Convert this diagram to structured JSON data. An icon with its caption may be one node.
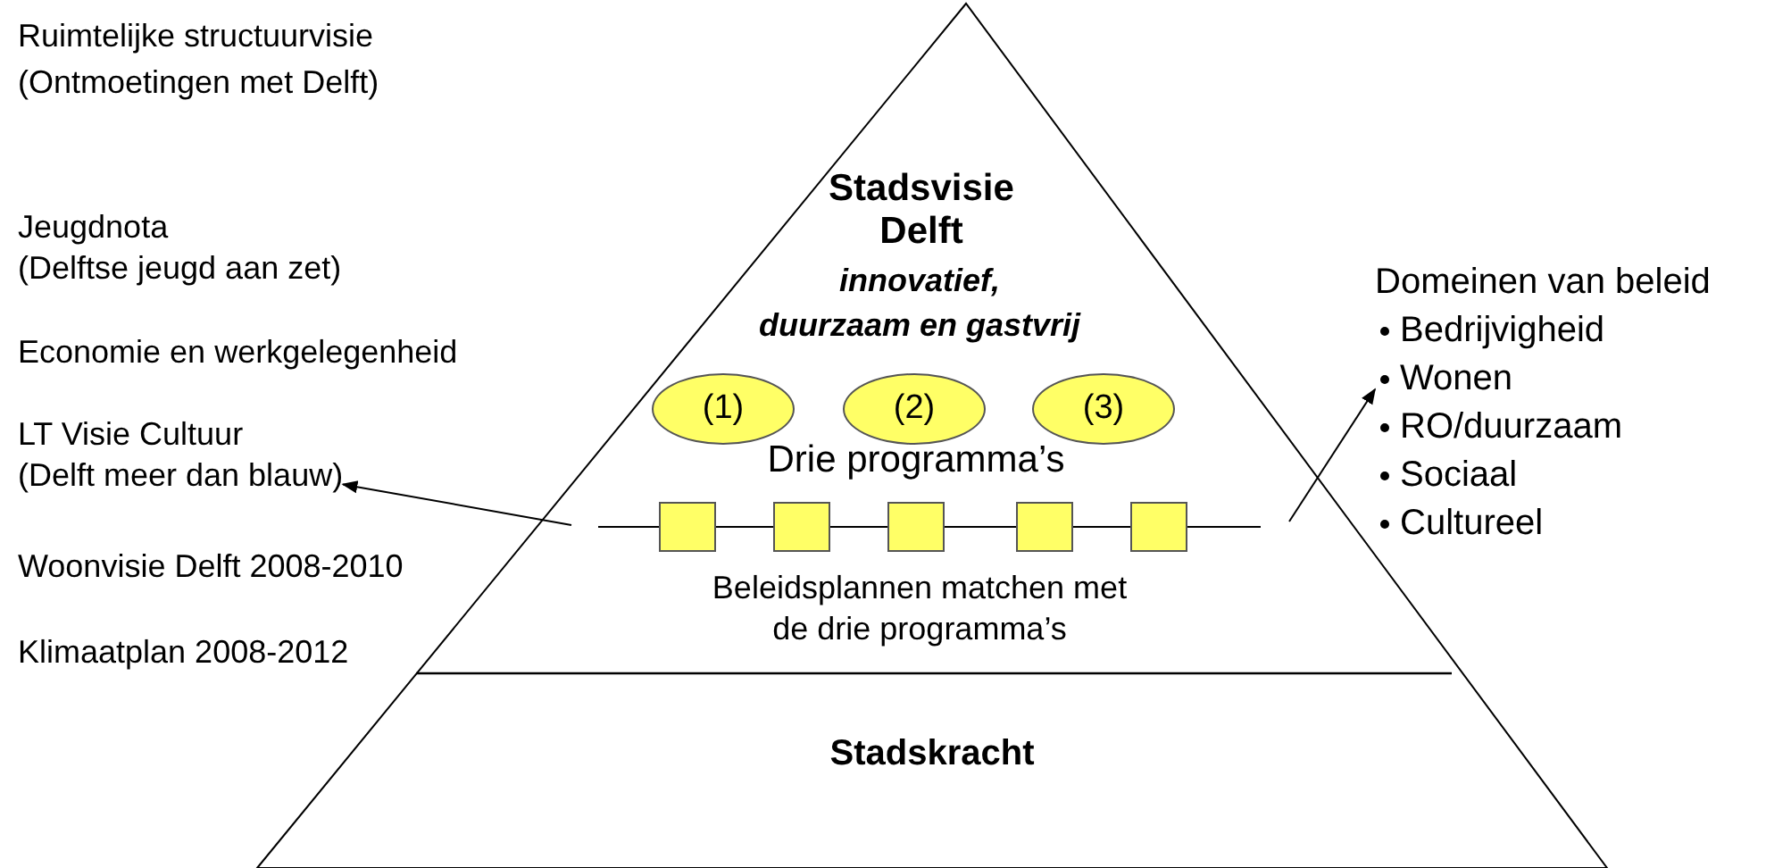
{
  "diagram": {
    "nodes": [
      {
        "text": [
          "Stadsvisie Delft",
          "innovatief,",
          "duurzaam en gastvrij",
          "Drie programma’s",
          "Beleidsplannen matchen met de drie programma’s",
          "Stadskracht"
        ]
      },
      {
        "text": [
          "(1)"
        ],
        "in": 0
      },
      {
        "text": [
          "(2)"
        ],
        "in": 0
      },
      {
        "text": [
          "(3)"
        ],
        "in": 0
      },
      {
        "text": [],
        "shape": "box",
        "in": 0
      },
      {
        "text": [],
        "shape": "box",
        "in": 0
      },
      {
        "text": [],
        "shape": "box",
        "in": 0
      },
      {
        "text": [],
        "shape": "box",
        "in": 0
      },
      {
        "text": [],
        "shape": "box",
        "in": 0
      },
      {
        "text": [
          "LT Visie Cultuur",
          "(Delft meer dan blauw)"
        ]
      },
      {
        "text": [
          "Domeinen van beleid",
          "Bedrijvigheid",
          "Wonen",
          "RO/duurzaam",
          "Sociaal",
          "Cultureel"
        ]
      }
    ],
    "edges": [
      {
        "from": null,
        "to": 4,
        "arrow": "none"
      },
      {
        "from": 4,
        "to": 5,
        "arrow": "none"
      },
      {
        "from": 5,
        "to": 6,
        "arrow": "none"
      },
      {
        "from": 6,
        "to": 7,
        "arrow": "none"
      },
      {
        "from": 7,
        "to": 8,
        "arrow": "none"
      },
      {
        "from": 8,
        "to": null,
        "arrow": "none"
      },
      {
        "from": null,
        "to": 9,
        "arrow": "to"
      },
      {
        "from": null,
        "to": 10,
        "arrow": "to"
      }
    ],
    "labels": [
      "Ruimtelijke structuurvisie",
      "(Ontmoetingen met Delft)",
      "Jeugdnota",
      "(Delftse jeugd aan zet)",
      "Economie en werkgelegenheid",
      "Woonvisie Delft 2008-2010",
      "Klimaatplan 2008-2012"
    ]
  }
}
